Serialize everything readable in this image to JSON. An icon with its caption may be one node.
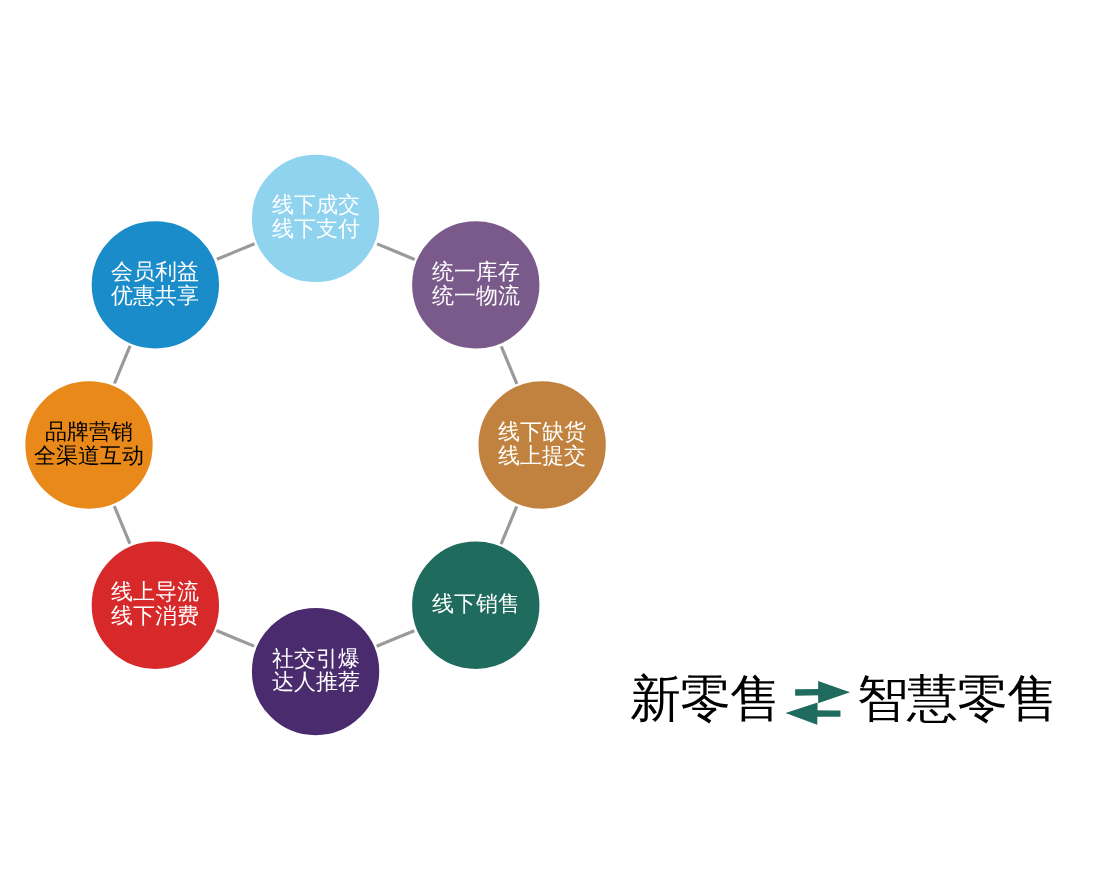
{
  "diagram": {
    "nodes": [
      {
        "text": [
          "线下销售"
        ]
      },
      {
        "text": [
          "社交引爆达人推荐"
        ]
      },
      {
        "text": [
          "线上导流线下消费"
        ]
      },
      {
        "text": [
          "品牌营销全渠道互动"
        ]
      },
      {
        "text": [
          "会员利益优惠共享"
        ]
      },
      {
        "text": [
          "线下成交线下支付"
        ]
      },
      {
        "text": [
          "统一库存统一物流"
        ]
      },
      {
        "text": [
          "线下缺货线上提交"
        ]
      },
      {
        "text": [
          "新零售"
        ]
      },
      {
        "text": [
          "智慧零售"
        ]
      }
    ],
    "edges": [
      {
        "from": 0,
        "to": 1,
        "arrow": "none"
      },
      {
        "from": 1,
        "to": 2,
        "arrow": "none"
      },
      {
        "from": 2,
        "to": 3,
        "arrow": "none"
      },
      {
        "from": 3,
        "to": 4,
        "arrow": "none"
      },
      {
        "from": 4,
        "to": 5,
        "arrow": "none"
      },
      {
        "from": 5,
        "to": 6,
        "arrow": "none"
      },
      {
        "from": 6,
        "to": 7,
        "arrow": "none"
      },
      {
        "from": 7,
        "to": 0,
        "arrow": "none"
      },
      {
        "from": 8,
        "to": 9,
        "arrow": "to",
        "style": "thick",
        "color": "#1f6b5e"
      },
      {
        "from": 9,
        "to": 8,
        "arrow": "to",
        "style": "thick",
        "color": "#1f6b5e"
      }
    ]
  }
}
